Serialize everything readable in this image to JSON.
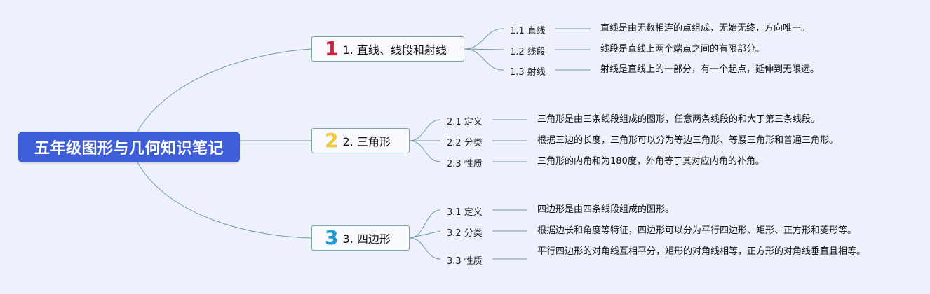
{
  "root": {
    "title": "五年级图形与几何知识笔记"
  },
  "topics": [
    {
      "num": "1",
      "num_color": "#d0243b",
      "label": "1. 直线、线段和射线",
      "subs": [
        {
          "label": "1.1 直线",
          "desc": "直线是由无数相连的点组成，无始无终，方向唯一。"
        },
        {
          "label": "1.2 线段",
          "desc": "线段是直线上两个端点之间的有限部分。"
        },
        {
          "label": "1.3 射线",
          "desc": "射线是直线上的一部分，有一个起点，延伸到无限远。"
        }
      ]
    },
    {
      "num": "2",
      "num_color": "#f3c93a",
      "label": "2. 三角形",
      "subs": [
        {
          "label": "2.1 定义",
          "desc": "三角形是由三条线段组成的图形，任意两条线段的和大于第三条线段。"
        },
        {
          "label": "2.2 分类",
          "desc": "根据三边的长度，三角形可以分为等边三角形、等腰三角形和普通三角形。"
        },
        {
          "label": "2.3 性质",
          "desc": "三角形的内角和为180度，外角等于其对应内角的补角。"
        }
      ]
    },
    {
      "num": "3",
      "num_color": "#1e9ad6",
      "label": "3. 四边形",
      "subs": [
        {
          "label": "3.1 定义",
          "desc": "四边形是由四条线段组成的图形。"
        },
        {
          "label": "3.2 分类",
          "desc": "根据边长和角度等特征，四边形可以分为平行四边形、矩形、正方形和菱形等。"
        },
        {
          "label": "3.3 性质",
          "desc": "平行四边形的对角线互相平分，矩形的对角线相等，正方形的对角线垂直且相等。"
        }
      ]
    }
  ],
  "colors": {
    "line": "#6f9e9e",
    "root_bg": "#3d5ed6",
    "background": "#eef1fb"
  }
}
